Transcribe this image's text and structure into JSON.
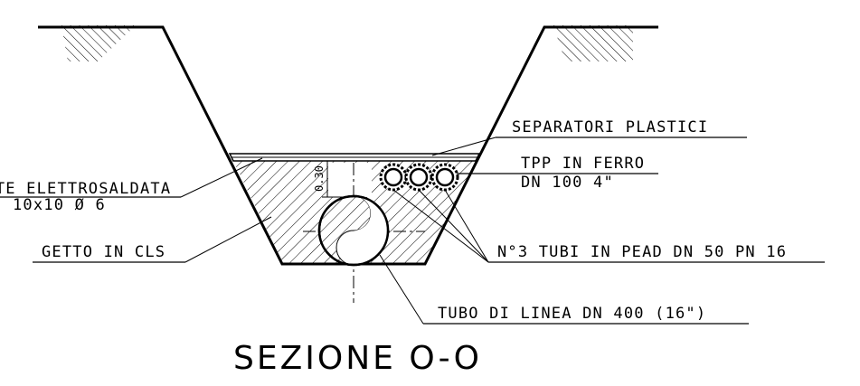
{
  "labels": {
    "separatori": "SEPARATORI PLASTICI",
    "tpp_line1": "TPP IN FERRO",
    "tpp_line2": "DN 100 4\"",
    "rete_line1": "RETE ELETTROSALDATA",
    "rete_line2": "10x10 Ø 6",
    "getto": "GETTO IN CLS",
    "tubi_pead": "N°3 TUBI IN PEAD DN 50 PN 16",
    "tubo_linea": "TUBO DI LINEA DN 400 (16\")",
    "dimension": "0.30"
  },
  "title": "SEZIONE O-O"
}
